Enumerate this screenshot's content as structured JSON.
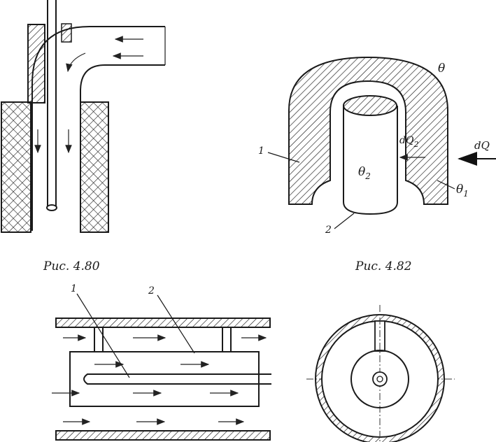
{
  "fig480": {
    "caption": "Рис. 4.80"
  },
  "fig482": {
    "caption": "Рис. 4.82",
    "label_theta": "θ",
    "label_theta1": "θ",
    "label_theta1_sub": "1",
    "label_theta2": "θ",
    "label_theta2_sub": "2",
    "label_dQ": "dQ",
    "label_dQ2": "dQ",
    "label_dQ2_sub": "2",
    "label_part1": "1",
    "label_part2": "2"
  },
  "fig_bottom": {
    "label_part1": "1",
    "label_part2": "2"
  }
}
